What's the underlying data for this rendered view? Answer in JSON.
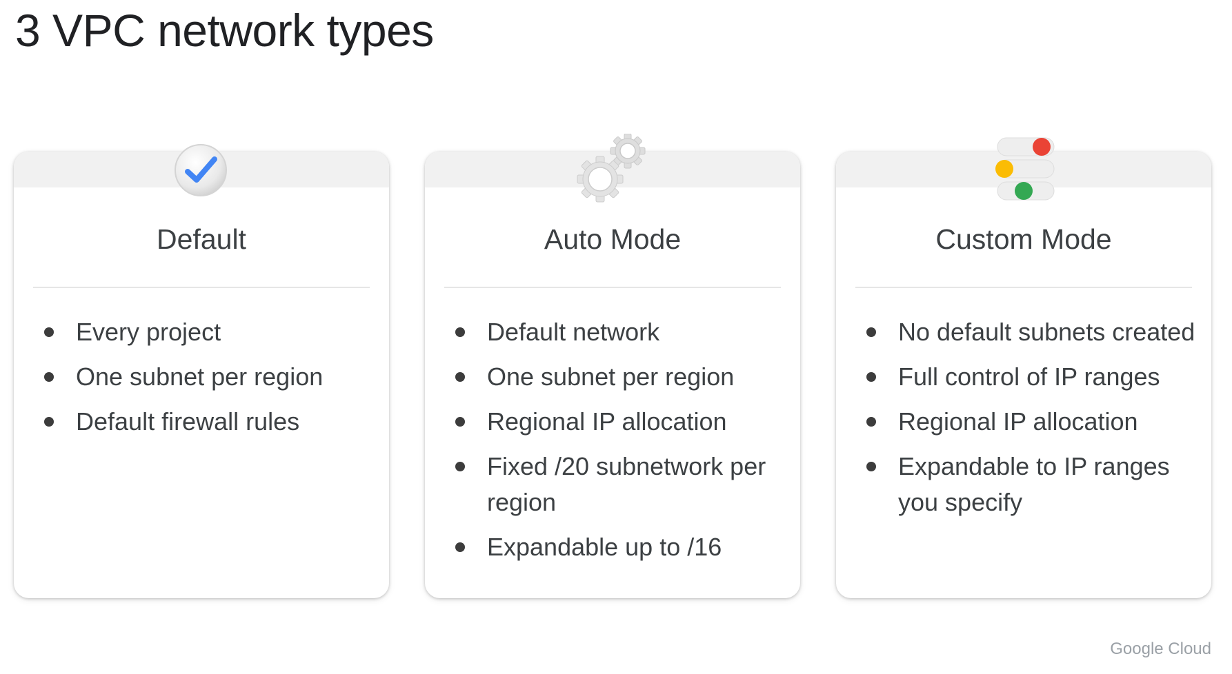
{
  "slide": {
    "title": "3 VPC network types",
    "brand": "Google Cloud"
  },
  "cards": [
    {
      "title": "Default",
      "icon": "check-circle-icon",
      "bullets": [
        "Every project",
        "One subnet per region",
        "Default firewall rules"
      ]
    },
    {
      "title": "Auto Mode",
      "icon": "gears-icon",
      "bullets": [
        "Default network",
        "One subnet per region",
        "Regional IP allocation",
        "Fixed /20 subnetwork per region",
        "Expandable up to /16"
      ]
    },
    {
      "title": "Custom Mode",
      "icon": "toggles-icon",
      "bullets": [
        "No default subnets created",
        "Full control of IP ranges",
        "Regional IP allocation",
        "Expandable to IP ranges you specify"
      ]
    }
  ],
  "colors": {
    "check_blue": "#4285f4",
    "red": "#ea4335",
    "yellow": "#fbbc04",
    "green": "#34a853"
  }
}
